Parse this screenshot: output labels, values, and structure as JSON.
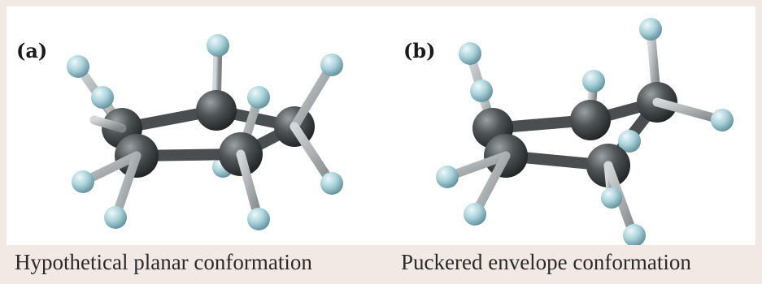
{
  "panels": [
    {
      "label": "(a)",
      "caption": "Hypothetical planar conformation"
    },
    {
      "label": "(b)",
      "caption": "Puckered envelope conformation"
    }
  ],
  "colors": {
    "background": "#f3e9e4",
    "carbon": "#4b4f51",
    "hydrogen": "#a9d2da",
    "bond_carbon": "#4a4e50",
    "bond_hydrogen": "#9aa0a3"
  }
}
